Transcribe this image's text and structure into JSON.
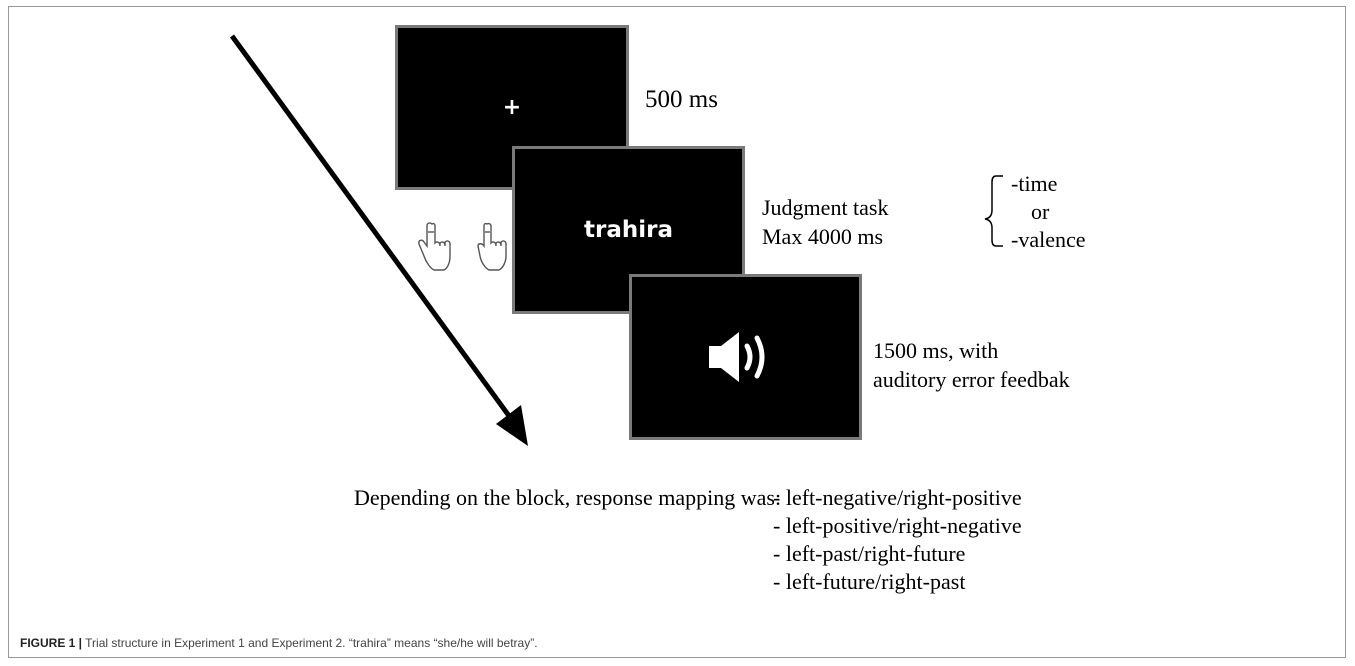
{
  "screens": {
    "fixation": {
      "symbol": "+",
      "duration": "500 ms"
    },
    "judgment": {
      "word": "trahira",
      "label_line1": "Judgment task",
      "label_line2": "Max 4000 ms",
      "options": [
        "-time",
        "or",
        "-valence"
      ]
    },
    "feedback": {
      "icon": "speaker-icon",
      "label_line1": "1500 ms, with",
      "label_line2": "auditory error feedbak"
    }
  },
  "response_mapping": {
    "intro": "Depending on the block, response mapping was:",
    "items": [
      "- left-negative/right-positive",
      "- left-positive/right-negative",
      "- left-past/right-future",
      "- left-future/right-past"
    ]
  },
  "caption": {
    "label": "FIGURE 1 |",
    "text": " Trial structure in Experiment 1 and Experiment 2. “trahira” means “she/he will betray”."
  }
}
